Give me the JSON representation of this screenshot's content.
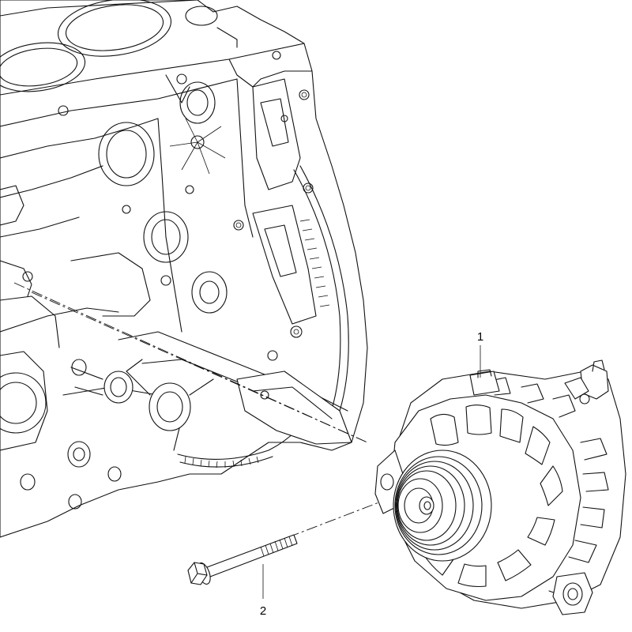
{
  "callouts": [
    {
      "id": "1",
      "label": "1"
    },
    {
      "id": "2",
      "label": "2"
    }
  ],
  "colors": {
    "line": "#111111",
    "background": "#ffffff"
  }
}
